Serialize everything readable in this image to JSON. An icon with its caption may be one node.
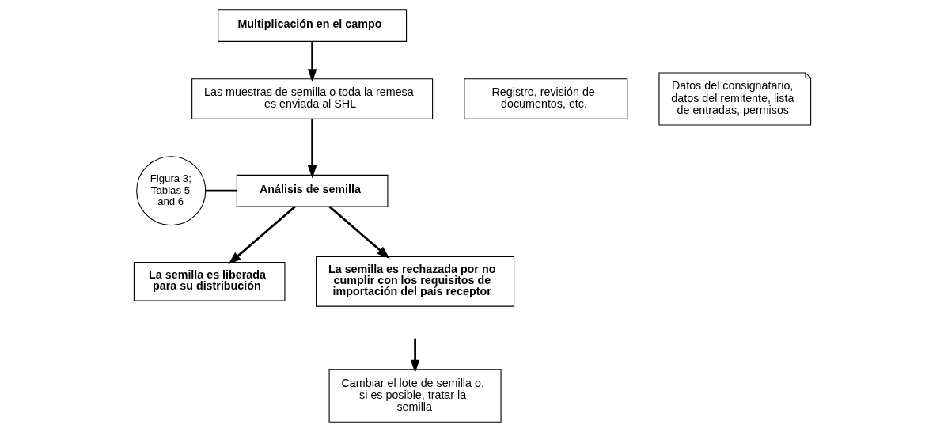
{
  "diagram": {
    "nodes": [
      {
        "text": [
          "Multiplicación en el campo"
        ]
      },
      {
        "text": [
          "Las muestras de semilla o toda la remesa es enviada al SHL"
        ]
      },
      {
        "text": [
          "Registro, revisión de documentos, etc."
        ]
      },
      {
        "text": [
          "Datos del consignatario, datos del remitente, lista de entradas, permisos"
        ]
      },
      {
        "text": [
          "Figura 3; Tablas 5 and 6"
        ]
      },
      {
        "text": [
          "Análisis de semilla"
        ]
      },
      {
        "text": [
          "La semilla es liberada para su distribución"
        ]
      },
      {
        "text": [
          "La semilla es rechazada por no cumplir con los requisitos de importación del país receptor"
        ]
      },
      {
        "text": [
          "Cambiar el lote de semilla o, si es posible, tratar la semilla"
        ]
      }
    ],
    "edges": [
      {
        "from": 0,
        "to": 1,
        "arrow": "to"
      },
      {
        "from": 1,
        "to": 5,
        "arrow": "to"
      },
      {
        "from": 4,
        "to": 5,
        "arrow": "none"
      },
      {
        "from": 5,
        "to": 6,
        "arrow": "to"
      },
      {
        "from": 5,
        "to": 7,
        "arrow": "to"
      },
      {
        "from": null,
        "to": 8,
        "arrow": "to"
      }
    ]
  }
}
